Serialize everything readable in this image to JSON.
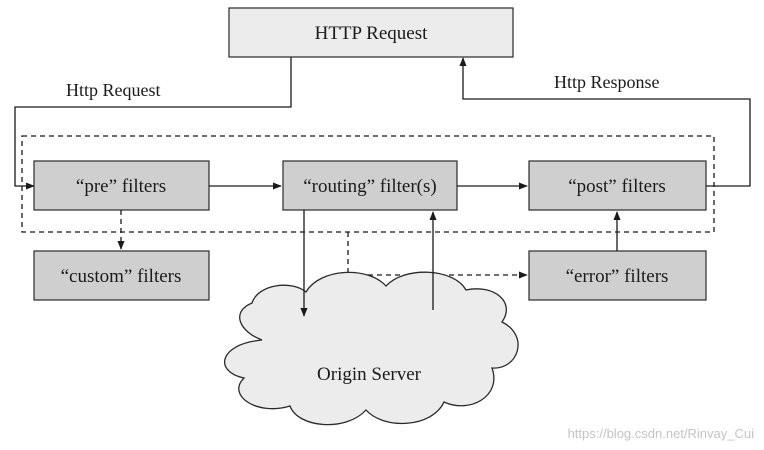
{
  "nodes": {
    "http_request_box": "HTTP Request",
    "pre_filters": "“pre” filters",
    "routing_filters": "“routing” filter(s)",
    "post_filters": "“post” filters",
    "custom_filters": "“custom” filters",
    "error_filters": "“error” filters",
    "origin_server": "Origin Server"
  },
  "edges": {
    "request_label": "Http Request",
    "response_label": "Http Response"
  },
  "watermark": "https://blog.csdn.net/Rinvay_Cui",
  "colors": {
    "filter_box_fill": "#cfcfcf",
    "top_box_fill": "#ececec",
    "cloud_fill": "#ececec",
    "line": "#1a1a1a"
  }
}
